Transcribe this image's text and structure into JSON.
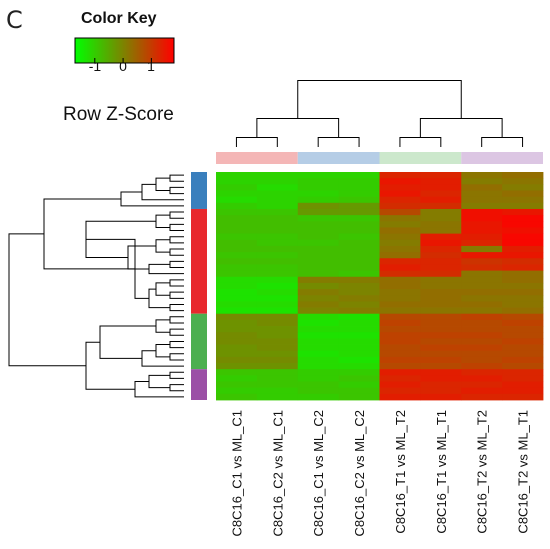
{
  "panel_letter": "C",
  "color_key": {
    "title": "Color Key",
    "label": "Row Z-Score",
    "ticks": [
      "-1",
      "0",
      "1"
    ],
    "tick_values": [
      -1,
      0,
      1
    ],
    "range": [
      -1.7,
      1.8
    ],
    "colors": {
      "low": "#00ff00",
      "mid": "#808000",
      "high": "#ff0000"
    }
  },
  "chart_data": {
    "type": "heatmap",
    "columns": [
      "C8C16_C1 vs ML_C1",
      "C8C16_C2 vs ML_C1",
      "C8C16_C1 vs ML_C2",
      "C8C16_C2 vs ML_C2",
      "C8C16_T1 vs ML_T2",
      "C8C16_T1 vs ML_T1",
      "C8C16_T2 vs ML_T2",
      "C8C16_T2 vs ML_T1"
    ],
    "column_groups": [
      {
        "color": "#f4b6b6",
        "columns": [
          0,
          1
        ]
      },
      {
        "color": "#b5cde6",
        "columns": [
          2,
          3
        ]
      },
      {
        "color": "#cce8cc",
        "columns": [
          4,
          5
        ]
      },
      {
        "color": "#dcc6e3",
        "columns": [
          6,
          7
        ]
      }
    ],
    "row_groups": [
      {
        "color": "#3a7fbd",
        "rows": [
          0,
          5
        ]
      },
      {
        "color": "#e8282d",
        "rows": [
          6,
          22
        ]
      },
      {
        "color": "#4caf50",
        "rows": [
          23,
          31
        ]
      },
      {
        "color": "#9b4fa6",
        "rows": [
          32,
          36
        ]
      }
    ],
    "z_scores": [
      [
        -1.1,
        -1.1,
        -1.1,
        -1.1,
        1.3,
        1.3,
        0.2,
        0.3
      ],
      [
        -1.1,
        -1.1,
        -1.0,
        -1.0,
        1.5,
        1.4,
        0.1,
        0.2
      ],
      [
        -1.0,
        -1.2,
        -1.0,
        -1.0,
        1.4,
        1.4,
        0.3,
        0.1
      ],
      [
        -1.1,
        -1.1,
        -1.1,
        -1.0,
        1.5,
        1.3,
        0.2,
        0.3
      ],
      [
        -1.2,
        -1.1,
        -1.0,
        -0.9,
        1.3,
        1.4,
        0.2,
        0.2
      ],
      [
        -1.0,
        -1.1,
        -0.2,
        -0.3,
        1.2,
        1.2,
        0.1,
        0.1
      ],
      [
        -0.9,
        -0.9,
        -0.3,
        -0.3,
        0.8,
        0.1,
        1.6,
        1.5
      ],
      [
        -0.8,
        -0.8,
        -0.9,
        -0.9,
        0.2,
        0.1,
        1.6,
        1.7
      ],
      [
        -0.8,
        -0.8,
        -0.8,
        -0.8,
        0.1,
        0.2,
        1.5,
        1.7
      ],
      [
        -0.8,
        -0.8,
        -0.8,
        -0.8,
        0.3,
        0.2,
        1.5,
        1.6
      ],
      [
        -0.9,
        -0.9,
        -0.8,
        -0.9,
        0.2,
        1.4,
        1.4,
        1.7
      ],
      [
        -0.8,
        -0.9,
        -0.9,
        -0.8,
        0.1,
        1.5,
        1.3,
        1.7
      ],
      [
        -0.8,
        -0.8,
        -0.8,
        -0.8,
        0.2,
        1.3,
        0.1,
        1.4
      ],
      [
        -0.9,
        -0.9,
        -0.8,
        -0.8,
        0.3,
        1.2,
        1.5,
        1.5
      ],
      [
        -0.8,
        -0.8,
        -0.8,
        -0.8,
        1.3,
        1.3,
        1.1,
        1.2
      ],
      [
        -0.9,
        -0.9,
        -0.8,
        -0.8,
        1.4,
        1.3,
        1.2,
        1.3
      ],
      [
        -0.9,
        -0.9,
        -0.8,
        -0.9,
        1.2,
        1.2,
        0.2,
        0.3
      ],
      [
        -1.2,
        -1.2,
        0.1,
        0.1,
        0.3,
        0.2,
        0.2,
        0.3
      ],
      [
        -1.2,
        -1.3,
        -0.1,
        0.0,
        0.3,
        0.2,
        0.2,
        0.2
      ],
      [
        -1.3,
        -1.2,
        0.1,
        0.0,
        0.2,
        0.3,
        0.3,
        0.3
      ],
      [
        -1.3,
        -1.3,
        0.0,
        0.1,
        0.2,
        0.3,
        0.2,
        0.2
      ],
      [
        -1.2,
        -1.2,
        0.1,
        0.0,
        0.3,
        0.3,
        0.3,
        0.2
      ],
      [
        -1.3,
        -1.3,
        0.0,
        0.1,
        0.2,
        0.2,
        0.2,
        0.3
      ],
      [
        -0.1,
        -0.1,
        -1.2,
        -1.3,
        0.8,
        0.8,
        0.9,
        0.8
      ],
      [
        -0.2,
        -0.1,
        -1.3,
        -1.2,
        0.9,
        0.8,
        0.8,
        0.9
      ],
      [
        -0.2,
        -0.2,
        -1.2,
        -1.2,
        0.8,
        0.8,
        0.8,
        0.8
      ],
      [
        -0.1,
        -0.2,
        -1.3,
        -1.3,
        0.9,
        0.9,
        0.9,
        0.8
      ],
      [
        -0.1,
        -0.1,
        -1.2,
        -1.2,
        0.9,
        0.8,
        0.8,
        0.9
      ],
      [
        -0.2,
        -0.1,
        -1.2,
        -1.2,
        0.8,
        0.9,
        0.9,
        0.8
      ],
      [
        -0.2,
        -0.2,
        -1.3,
        -1.2,
        0.8,
        0.8,
        0.8,
        0.8
      ],
      [
        -0.1,
        -0.1,
        -1.2,
        -1.3,
        0.9,
        0.9,
        0.8,
        0.9
      ],
      [
        -0.2,
        -0.2,
        -1.2,
        -1.2,
        0.8,
        0.8,
        0.9,
        0.8
      ],
      [
        -0.9,
        -0.9,
        -1.0,
        -1.0,
        1.4,
        1.4,
        1.3,
        1.3
      ],
      [
        -1.0,
        -0.9,
        -1.0,
        -0.9,
        1.3,
        1.4,
        1.4,
        1.3
      ],
      [
        -0.9,
        -0.9,
        -0.9,
        -1.0,
        1.4,
        1.3,
        1.3,
        1.4
      ],
      [
        -1.0,
        -1.0,
        -0.9,
        -0.9,
        1.3,
        1.3,
        1.4,
        1.4
      ],
      [
        -0.9,
        -1.0,
        -1.0,
        -0.9,
        1.4,
        1.4,
        1.3,
        1.3
      ]
    ],
    "col_dendrogram": [
      [
        0,
        1
      ],
      [
        2,
        3
      ],
      [
        4,
        5
      ],
      [
        6,
        7
      ],
      [
        8,
        9
      ],
      [
        10,
        11
      ],
      [
        12,
        13
      ]
    ],
    "row_dendrogram": [
      [
        0,
        1
      ],
      [
        2,
        3
      ],
      [
        37,
        38
      ],
      [
        39,
        4
      ],
      [
        40,
        5
      ],
      [
        6,
        7
      ],
      [
        8,
        9
      ],
      [
        42,
        43
      ],
      [
        10,
        11
      ],
      [
        12,
        13
      ],
      [
        45,
        46
      ],
      [
        14,
        15
      ],
      [
        48,
        16
      ],
      [
        47,
        49
      ],
      [
        44,
        50
      ],
      [
        17,
        18
      ],
      [
        19,
        20
      ],
      [
        52,
        53
      ],
      [
        21,
        22
      ],
      [
        54,
        55
      ],
      [
        51,
        56
      ],
      [
        41,
        57
      ],
      [
        23,
        24
      ],
      [
        25,
        26
      ],
      [
        59,
        60
      ],
      [
        27,
        28
      ],
      [
        29,
        30
      ],
      [
        62,
        63
      ],
      [
        31,
        64
      ],
      [
        61,
        65
      ],
      [
        32,
        33
      ],
      [
        34,
        35
      ],
      [
        67,
        68
      ],
      [
        69,
        36
      ],
      [
        66,
        70
      ],
      [
        58,
        71
      ]
    ]
  }
}
